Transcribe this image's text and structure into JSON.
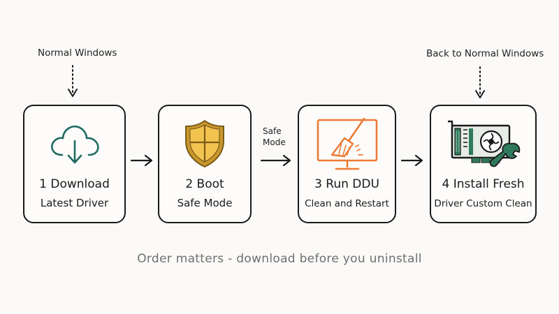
{
  "top_labels": {
    "normal_windows": "Normal Windows",
    "back_to_normal": "Back to Normal Windows"
  },
  "edge_label": {
    "line1": "Safe",
    "line2": "Mode"
  },
  "steps": [
    {
      "number": "1",
      "title": "Download",
      "subtitle": "Latest Driver",
      "icon": "cloud-download-icon",
      "color": "#1e6b62"
    },
    {
      "number": "2",
      "title": "Boot",
      "subtitle": "Safe Mode",
      "icon": "shield-icon",
      "color": "#c9962c"
    },
    {
      "number": "3",
      "title": "Run DDU",
      "subtitle": "Clean and Restart",
      "icon": "monitor-broom-icon",
      "color": "#ee7a36"
    },
    {
      "number": "4",
      "title": "Install Fresh",
      "subtitle": "Driver Custom Clean",
      "icon": "gpu-wrench-icon",
      "color": "#2f7a5e"
    }
  ],
  "footer": "Order matters - download before you uninstall"
}
